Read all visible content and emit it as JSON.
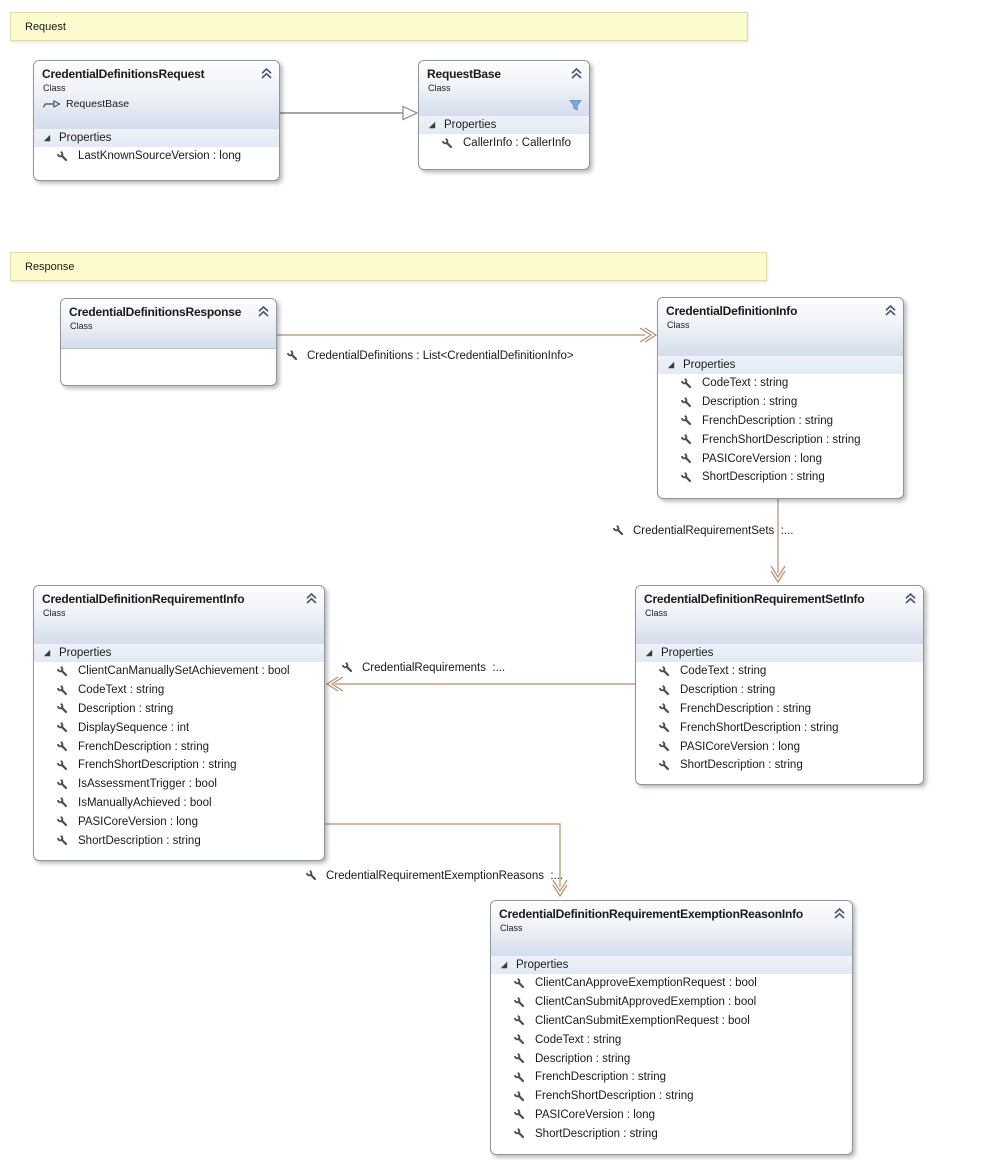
{
  "comments": {
    "request": {
      "label": "Request"
    },
    "response": {
      "label": "Response"
    }
  },
  "colors": {
    "association_line": "#b88c6e",
    "inheritance_line": "#8a8a8a",
    "comment_background": "#fcfbcd",
    "comment_border": "#dfdba6",
    "header_gradient_bottom": "#d4ddec",
    "funnel_icon": "#7fa8d9"
  },
  "classes": {
    "credential_definitions_request": {
      "title": "CredentialDefinitionsRequest",
      "stereotype": "Class",
      "base_type": "RequestBase",
      "properties_header": "Properties",
      "properties": [
        "LastKnownSourceVersion : long"
      ]
    },
    "request_base": {
      "title": "RequestBase",
      "stereotype": "Class",
      "properties_header": "Properties",
      "properties": [
        "CallerInfo : CallerInfo"
      ]
    },
    "credential_definitions_response": {
      "title": "CredentialDefinitionsResponse",
      "stereotype": "Class"
    },
    "credential_definition_info": {
      "title": "CredentialDefinitionInfo",
      "stereotype": "Class",
      "properties_header": "Properties",
      "properties": [
        "CodeText : string",
        "Description : string",
        "FrenchDescription : string",
        "FrenchShortDescription : string",
        "PASICoreVersion : long",
        "ShortDescription : string"
      ]
    },
    "credential_definition_requirement_info": {
      "title": "CredentialDefinitionRequirementInfo",
      "stereotype": "Class",
      "properties_header": "Properties",
      "properties": [
        "ClientCanManuallySetAchievement : bool",
        "CodeText : string",
        "Description : string",
        "DisplaySequence : int",
        "FrenchDescription : string",
        "FrenchShortDescription : string",
        "IsAssessmentTrigger : bool",
        "IsManuallyAchieved : bool",
        "PASICoreVersion : long",
        "ShortDescription : string"
      ]
    },
    "credential_definition_requirement_set_info": {
      "title": "CredentialDefinitionRequirementSetInfo",
      "stereotype": "Class",
      "properties_header": "Properties",
      "properties": [
        "CodeText : string",
        "Description : string",
        "FrenchDescription : string",
        "FrenchShortDescription : string",
        "PASICoreVersion : long",
        "ShortDescription : string"
      ]
    },
    "credential_definition_requirement_exemption_reason_info": {
      "title": "CredentialDefinitionRequirementExemptionReasonInfo",
      "stereotype": "Class",
      "properties_header": "Properties",
      "properties": [
        "ClientCanApproveExemptionRequest : bool",
        "ClientCanSubmitApprovedExemption : bool",
        "ClientCanSubmitExemptionRequest : bool",
        "CodeText : string",
        "Description : string",
        "FrenchDescription : string",
        "FrenchShortDescription : string",
        "PASICoreVersion : long",
        "ShortDescription : string"
      ]
    }
  },
  "connector_labels": {
    "credential_definitions": "CredentialDefinitions : List<CredentialDefinitionInfo>",
    "credential_requirement_sets": "CredentialRequirementSets  :...",
    "credential_requirements": "CredentialRequirements  :...",
    "credential_requirement_exemption_reasons": "CredentialRequirementExemptionReasons  :..."
  }
}
